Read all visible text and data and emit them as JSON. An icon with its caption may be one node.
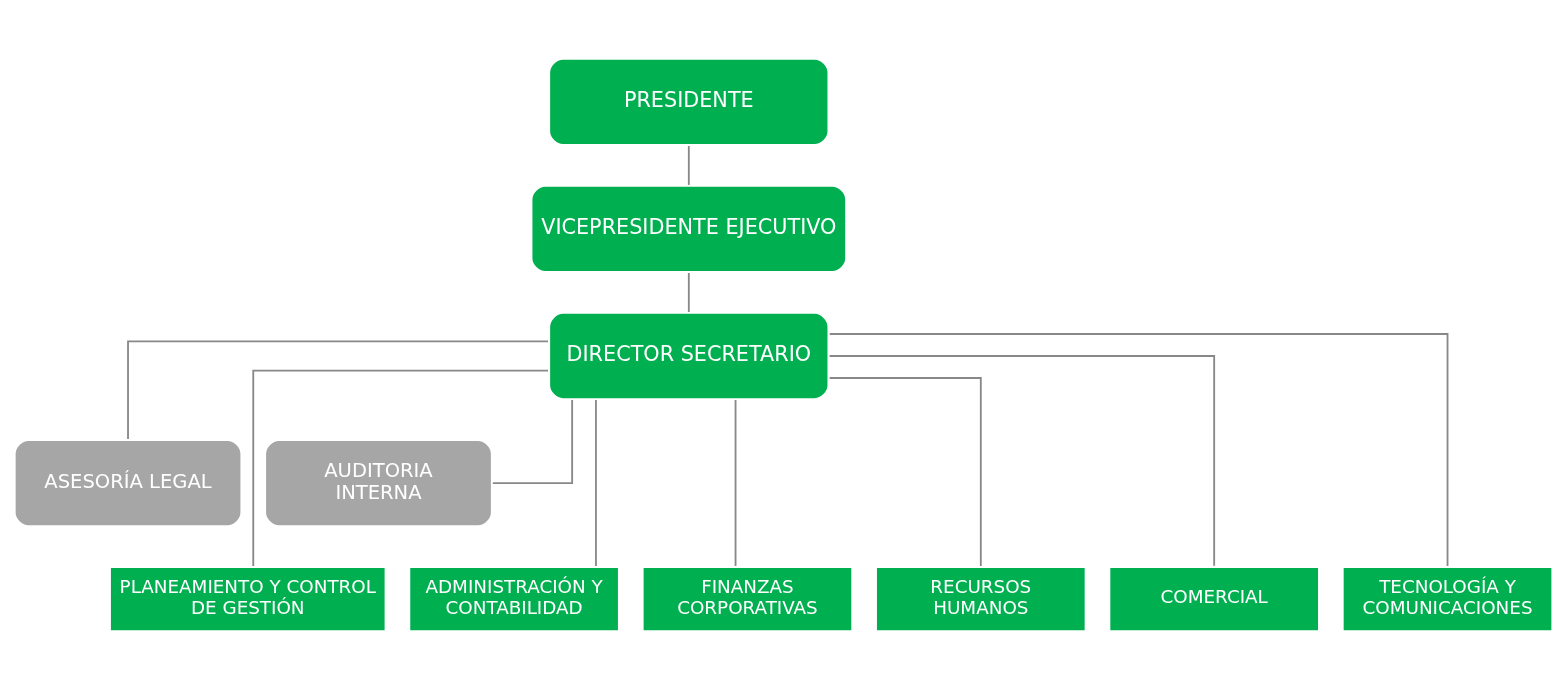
{
  "diagram": {
    "nodes": [
      {
        "text": [
          "PRESIDENTE"
        ]
      },
      {
        "text": [
          "VICEPRESIDENTE EJECUTIVO"
        ]
      },
      {
        "text": [
          "DIRECTOR SECRETARIO"
        ]
      },
      {
        "text": [
          "ASESORÍA LEGAL"
        ]
      },
      {
        "text": [
          "AUDITORIA INTERNA"
        ]
      },
      {
        "text": [
          "PLANEAMIENTO Y CONTROL DE GESTIÓN"
        ]
      },
      {
        "text": [
          "ADMINISTRACIÓN Y CONTABILIDAD"
        ]
      },
      {
        "text": [
          "FINANZAS CORPORATIVAS"
        ]
      },
      {
        "text": [
          "RECURSOS HUMANOS"
        ]
      },
      {
        "text": [
          "COMERCIAL"
        ]
      },
      {
        "text": [
          "TECNOLOGÍA Y COMUNICACIONES"
        ]
      }
    ],
    "edges": [
      {
        "from": 0,
        "to": 1,
        "arrow": "none"
      },
      {
        "from": 1,
        "to": 2,
        "arrow": "none"
      },
      {
        "from": 2,
        "to": 3,
        "arrow": "none"
      },
      {
        "from": 2,
        "to": 4,
        "arrow": "none"
      },
      {
        "from": 2,
        "to": 5,
        "arrow": "none"
      },
      {
        "from": 2,
        "to": 6,
        "arrow": "none"
      },
      {
        "from": 2,
        "to": 7,
        "arrow": "none"
      },
      {
        "from": 2,
        "to": 8,
        "arrow": "none"
      },
      {
        "from": 2,
        "to": 9,
        "arrow": "none"
      },
      {
        "from": 2,
        "to": 10,
        "arrow": "none"
      }
    ]
  }
}
